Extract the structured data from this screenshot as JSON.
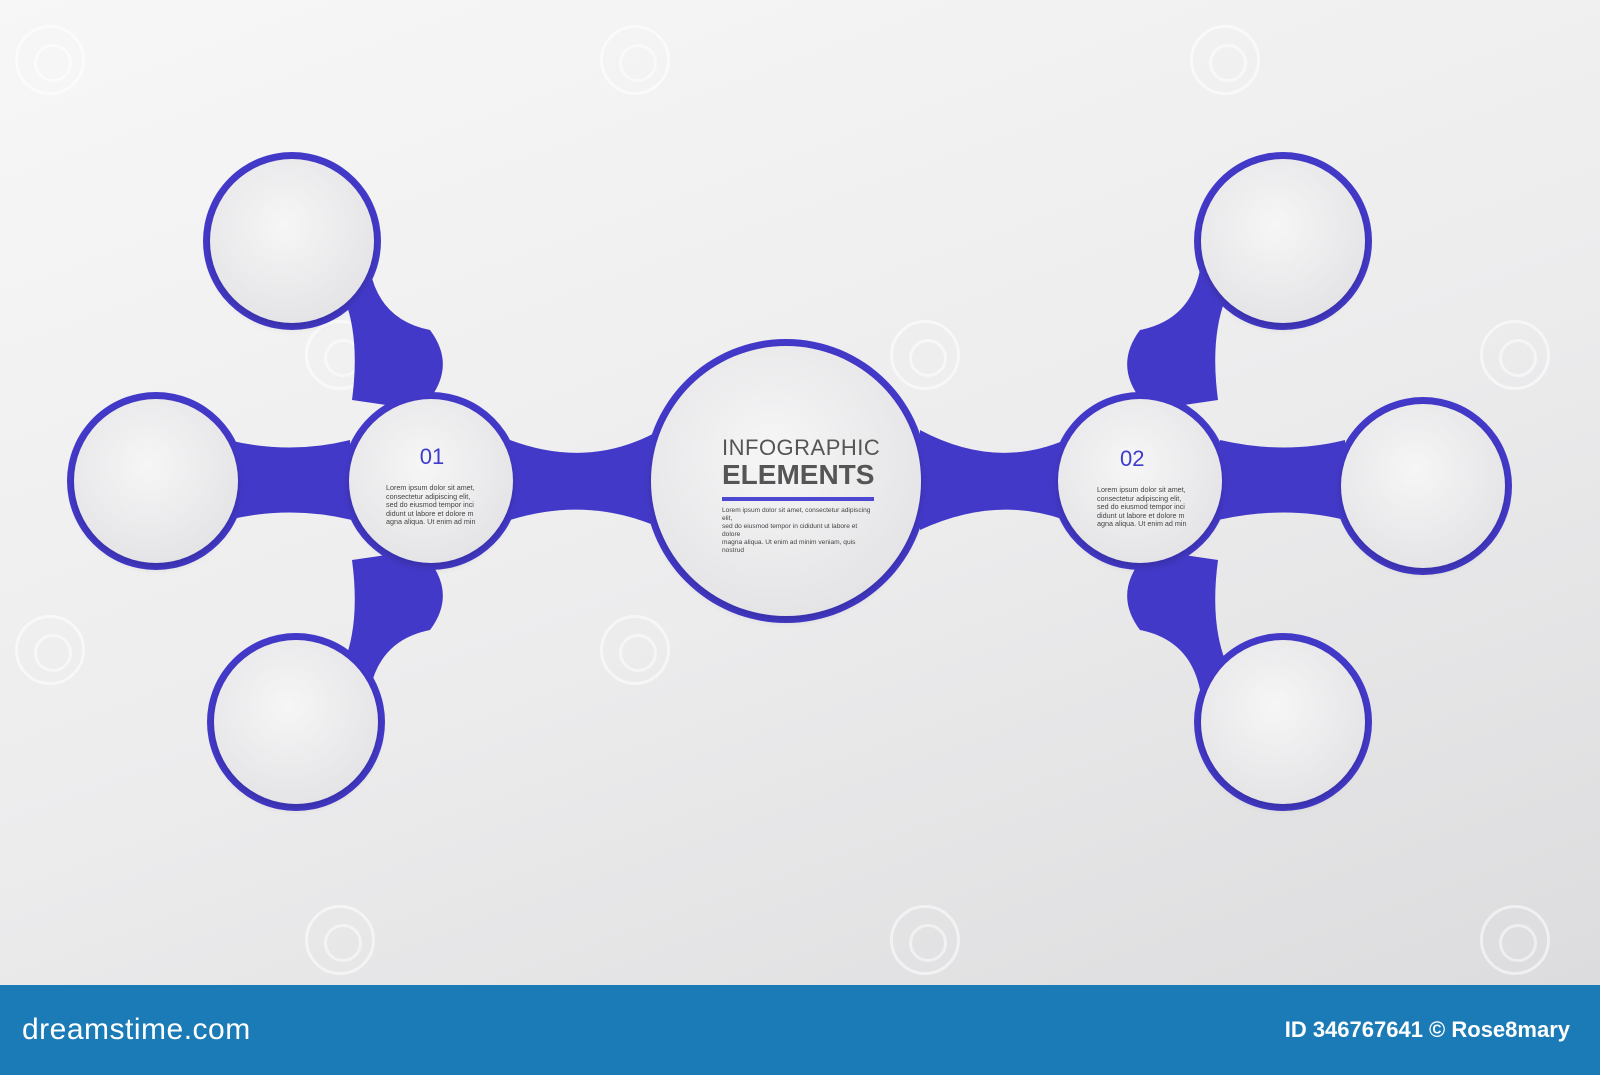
{
  "center": {
    "title_line1": "INFOGRAPHIC",
    "title_line2": "ELEMENTS",
    "body": "Lorem ipsum dolor sit amet, consectetur adipiscing elit,\nsed do eiusmod tempor in cididunt ut labore et dolore\nmagna aliqua. Ut enim ad minim veniam, quis nostrud"
  },
  "step1": {
    "number": "01",
    "body": "Lorem ipsum dolor sit amet,\nconsectetur adipiscing elit,\nsed do eiusmod tempor inci\ndidunt ut labore et dolore m\nagna aliqua. Ut enim ad min"
  },
  "step2": {
    "number": "02",
    "body": "Lorem ipsum dolor sit amet,\nconsectetur adipiscing elit,\nsed do eiusmod tempor inci\ndidunt ut labore et dolore m\nagna aliqua. Ut enim ad min"
  },
  "footer": {
    "brand": "dreamstime.com",
    "id_text": "ID 346767641 © Rose8mary"
  },
  "colors": {
    "accent": "#4339c9",
    "accent_dark": "#2e27a8",
    "circle_fill": "#eeeeef",
    "footer_bg": "#1b7bb6"
  }
}
